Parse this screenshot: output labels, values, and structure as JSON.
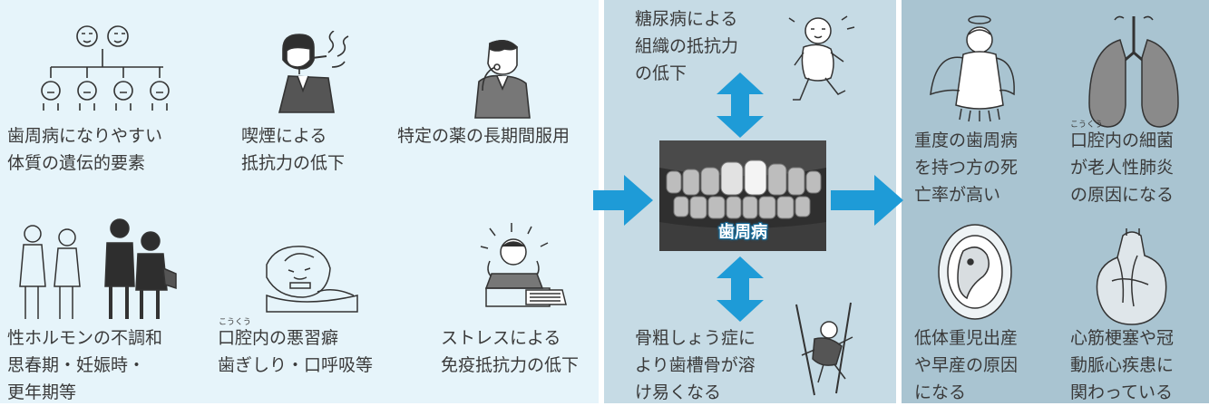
{
  "left_panel": {
    "items": [
      {
        "lines": [
          "歯周病になりやすい",
          "体質の遺伝的要素"
        ]
      },
      {
        "lines": [
          "喫煙による",
          "抵抗力の低下"
        ]
      },
      {
        "lines": [
          "特定の薬の長期間服用"
        ]
      },
      {
        "lines": [
          "性ホルモンの不調和",
          "思春期・妊娠時・",
          "更年期等"
        ]
      },
      {
        "lines": [
          "口腔内の悪習癖",
          "歯ぎしり・口呼吸等"
        ],
        "ruby": "こうくう"
      },
      {
        "lines": [
          "ストレスによる",
          "免疫抵抗力の低下"
        ]
      }
    ]
  },
  "middle_panel": {
    "top_text": [
      "糖尿病による",
      "組織の抵抗力",
      "の低下"
    ],
    "bottom_text": [
      "骨粗しょう症に",
      "より歯槽骨が溶",
      "け易くなる"
    ],
    "center_label": "歯周病"
  },
  "right_panel": {
    "items": [
      {
        "lines": [
          "重度の歯周病",
          "を持つ方の死",
          "亡率が高い"
        ]
      },
      {
        "lines": [
          "口腔内の細菌",
          "が老人性肺炎",
          "の原因になる"
        ],
        "ruby": "こうくう"
      },
      {
        "lines": [
          "低体重児出産",
          "や早産の原因",
          "になる"
        ]
      },
      {
        "lines": [
          "心筋梗塞や冠",
          "動脈心疾患に",
          "関わっている"
        ]
      }
    ]
  },
  "colors": {
    "arrow": "#1e9bd7",
    "left_bg": "#e6f4fa",
    "mid_bg": "#c6dbe5",
    "right_bg": "#a9c4d1"
  },
  "icons": [
    "family-tree-illustration",
    "smoking-man-illustration",
    "medicine-man-illustration",
    "people-illustration",
    "sleeping-person-illustration",
    "stressed-person-illustration",
    "jogging-man-illustration",
    "skiing-fall-illustration",
    "angel-illustration",
    "lungs-illustration",
    "fetus-illustration",
    "heart-illustration",
    "teeth-photo"
  ]
}
